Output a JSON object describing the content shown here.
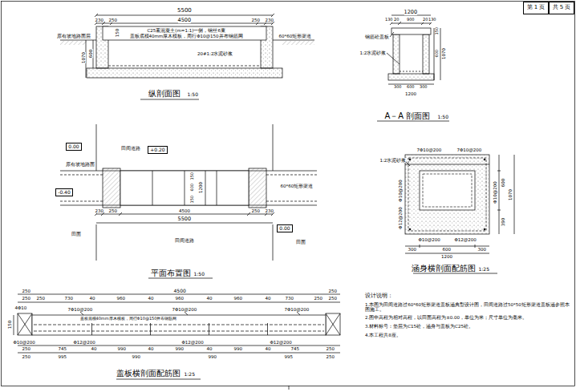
{
  "diagram": {
    "nodes": [
      {
        "text": [
          "第 1 页"
        ]
      },
      {
        "text": [
          "共 5 页"
        ]
      },
      {
        "text": [
          "0.00"
        ]
      },
      {
        "text": [
          "+0.20"
        ]
      },
      {
        "text": [
          "-0.40"
        ]
      },
      {
        "text": [
          "0.00"
        ]
      }
    ],
    "labels": [
      "5500",
      "230",
      "250",
      "4500",
      "250",
      "230",
      "C25素混凝土(m=1:1)一侧，钢丝6束",
      "盖板底模40mm厚木模板，周行Φ10@150并布钢筋网",
      "原有坡地路面层",
      "20#1:2水泥砂浆",
      "60*60矩形渠道",
      "150",
      "600",
      "1070",
      "纵剖面图",
      "1:50",
      "1200",
      "130",
      "20",
      "900",
      "20",
      "130",
      "钢筋砼盖板",
      "1:2水泥砂浆",
      "150",
      "600",
      "1070",
      "300",
      "600",
      "300",
      "1200",
      "A－A 剖面图",
      "1:50",
      "田间道路",
      "原有坡地路面",
      "60*60矩形渠道",
      "150",
      "600",
      "150",
      "1200",
      "230",
      "250",
      "4500",
      "250",
      "230",
      "5500",
      "田面",
      "田间道路",
      "田面",
      "平面布置图",
      "1:50",
      "1:2水泥砂浆",
      "7Φ10@200",
      "7Φ10@200",
      "Φ10@200",
      "Φ12@200",
      "Φ10@200",
      "Φ10@200",
      "Φ12@200",
      "600",
      "390",
      "1070",
      "300",
      "600",
      "300",
      "1200",
      "涵身横剖面配筋图",
      "1:25",
      "250",
      "4500",
      "250",
      "250",
      "250",
      "730",
      "40",
      "960",
      "40",
      "960",
      "40",
      "960",
      "40",
      "730",
      "250",
      "250",
      "4Φ10",
      "7Φ10@200",
      "7Φ10@200",
      "7Φ10@200",
      "盖板底模40mm厚木模板，周行Φ10@150并布钢筋网",
      "Φ10@200",
      "Φ12@200",
      "Φ12@200",
      "Φ12@200",
      "150",
      "250",
      "745",
      "40",
      "990",
      "40",
      "990",
      "40",
      "990",
      "40",
      "745",
      "250",
      "250",
      "995",
      "990",
      "990",
      "995",
      "250",
      "盖板横剖面配筋图",
      "1:25",
      "设计说明：",
      "1.本图为田间道路过60*60矩形渠道盖板涵典型设计图，田间道路过50*50矩形渠道盖板涵参照本图施工。",
      "2.图中高程为相对高程，以田面高程为±0.00，单位为米；尺寸单位为毫米。",
      "3.材料标号：垫层为C15砼，涵身与盖板为C25砼。",
      "4.本工程共8座。"
    ]
  }
}
